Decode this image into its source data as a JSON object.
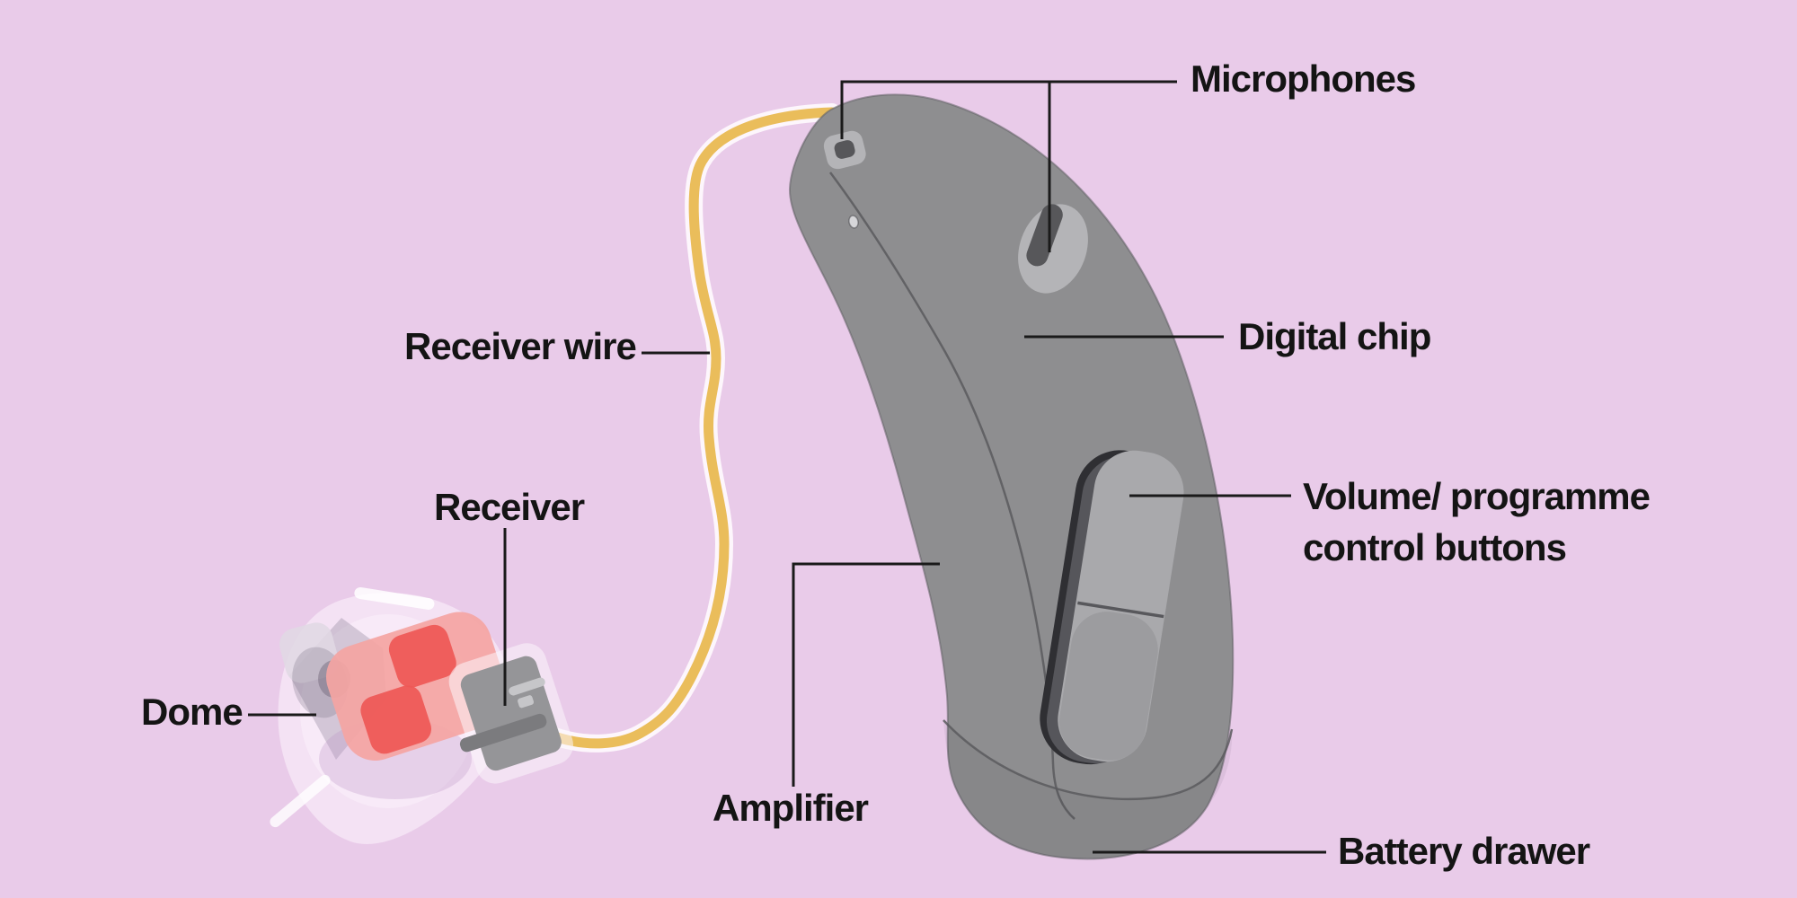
{
  "diagram_subject": "behind-the-ear hearing aid parts diagram",
  "labels": {
    "microphones": "Microphones",
    "digital_chip": "Digital chip",
    "volume_programme": "Volume/ programme control buttons",
    "battery_drawer": "Battery drawer",
    "amplifier": "Amplifier",
    "receiver_wire": "Receiver wire",
    "receiver": "Receiver",
    "dome": "Dome"
  },
  "colors": {
    "background": "#e9cbe9",
    "body": "#8e8e90",
    "body_edge": "#606064",
    "seam": "#5a5a5e",
    "wire": "#eabd5b",
    "wire_casing": "#fdf6fc",
    "receiver": "#f4a5a3",
    "receiver_accent": "#ee5856",
    "connector": "#959598",
    "connector_band": "#7b7b7e",
    "connector_stripe": "#c6c6c9",
    "rocker_frame": "#2f2f33",
    "rocker_shadow": "#56565b",
    "rocker_button": "#a9a9ac",
    "rocker_button_lower": "#9c9c9f",
    "mic_ring": "#b4b4b7",
    "mic_center": "#57575a",
    "dot": "#d6d6d9",
    "leader": "#1a1a1a",
    "label_text": "#141414"
  }
}
